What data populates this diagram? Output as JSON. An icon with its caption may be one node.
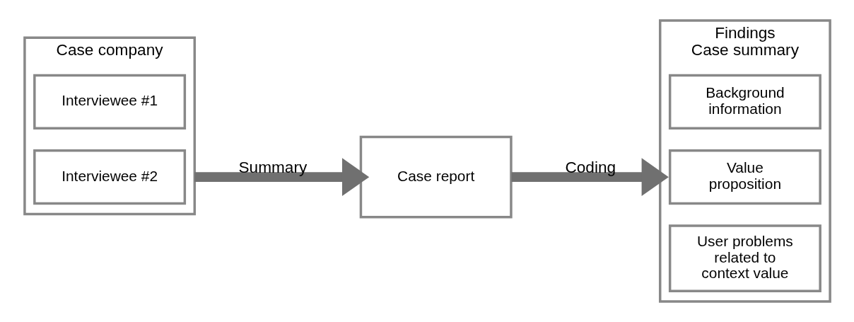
{
  "diagram": {
    "nodes": [
      {
        "text": [
          "Case company"
        ]
      },
      {
        "text": [
          "Interviewee #1"
        ],
        "in": 0
      },
      {
        "text": [
          "Interviewee #2"
        ],
        "in": 0
      },
      {
        "text": [
          "Case report"
        ]
      },
      {
        "text": [
          "Findings",
          "Case summary"
        ]
      },
      {
        "text": [
          "Background information"
        ],
        "in": 4
      },
      {
        "text": [
          "Value proposition"
        ],
        "in": 4
      },
      {
        "text": [
          "User problems related to context value"
        ],
        "in": 4
      }
    ],
    "edges": [
      {
        "from": 0,
        "to": 3,
        "arrow": "to",
        "label": "Summary"
      },
      {
        "from": 3,
        "to": 4,
        "arrow": "to",
        "label": "Coding"
      }
    ]
  }
}
